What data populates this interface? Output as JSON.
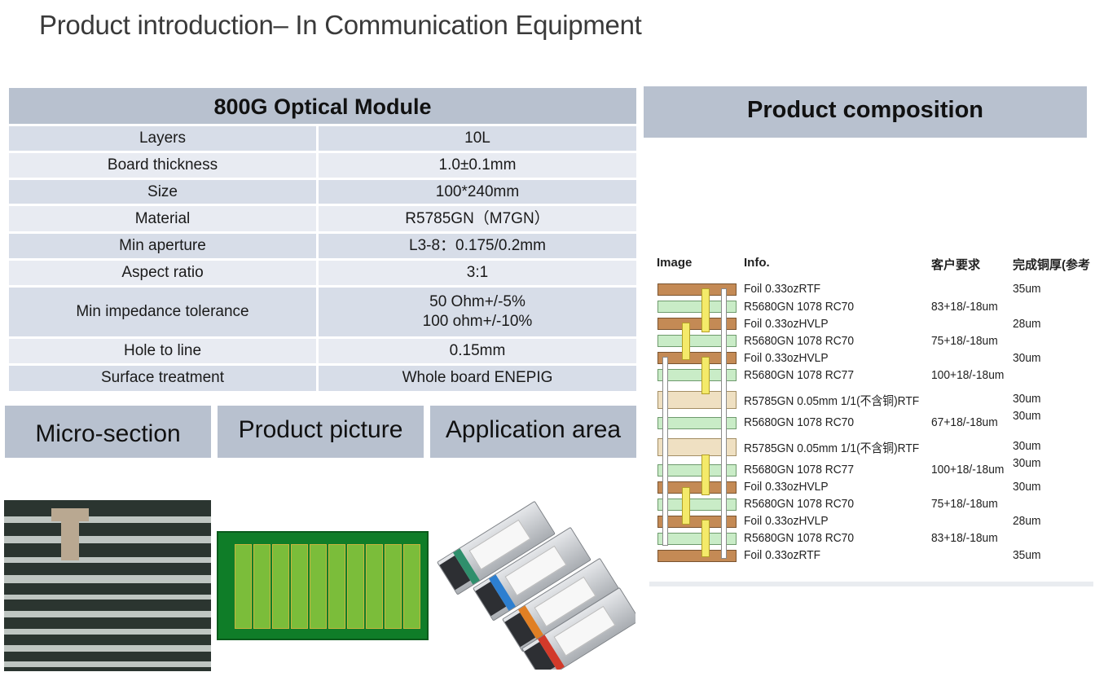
{
  "title": "Product introduction– In Communication Equipment",
  "spec_table": {
    "title": "800G Optical Module",
    "rows": [
      {
        "label": "Layers",
        "value": "10L",
        "value2": ""
      },
      {
        "label": "Board thickness",
        "value": "1.0±0.1mm",
        "value2": ""
      },
      {
        "label": "Size",
        "value": "100*240mm",
        "value2": ""
      },
      {
        "label": "Material",
        "value": "R5785GN（M7GN）",
        "value2": ""
      },
      {
        "label": "Min  aperture",
        "value": "L3-8：0.175/0.2mm",
        "value2": ""
      },
      {
        "label": "Aspect ratio",
        "value": "3:1",
        "value2": ""
      },
      {
        "label": "Min impedance tolerance",
        "value": "50 Ohm+/-5%",
        "value2": "100 ohm+/-10%"
      },
      {
        "label": "Hole to line",
        "value": "0.15mm",
        "value2": ""
      },
      {
        "label": "Surface treatment",
        "value": "Whole board  ENEPIG",
        "value2": ""
      }
    ]
  },
  "sections": {
    "micro_section": "Micro-section",
    "product_picture": "Product picture",
    "application_area": "Application area"
  },
  "composition": {
    "title": "Product composition",
    "headers": {
      "image": "Image",
      "info": "Info.",
      "requirement": "客户要求",
      "finished": "完成铜厚(参考"
    },
    "rows": [
      {
        "info": "Foil 0.33ozRTF",
        "req": "",
        "cu": "35um"
      },
      {
        "info": "R5680GN 1078 RC70",
        "req": "83+18/-18um",
        "cu": ""
      },
      {
        "info": "Foil 0.33ozHVLP",
        "req": "",
        "cu": "28um"
      },
      {
        "info": "R5680GN 1078 RC70",
        "req": "75+18/-18um",
        "cu": ""
      },
      {
        "info": "Foil 0.33ozHVLP",
        "req": "",
        "cu": "30um"
      },
      {
        "info": "R5680GN 1078 RC77",
        "req": "100+18/-18um",
        "cu": ""
      },
      {
        "info": "R5785GN 0.05mm 1/1(不含铜)RTF",
        "req": "",
        "cu": "30um"
      },
      {
        "info": "",
        "req": "",
        "cu": "30um"
      },
      {
        "info": "R5680GN 1078 RC70",
        "req": "67+18/-18um",
        "cu": ""
      },
      {
        "info": "R5785GN 0.05mm 1/1(不含铜)RTF",
        "req": "",
        "cu": "30um"
      },
      {
        "info": "",
        "req": "",
        "cu": "30um"
      },
      {
        "info": "R5680GN 1078 RC77",
        "req": "100+18/-18um",
        "cu": ""
      },
      {
        "info": "Foil 0.33ozHVLP",
        "req": "",
        "cu": "30um"
      },
      {
        "info": "R5680GN 1078 RC70",
        "req": "75+18/-18um",
        "cu": ""
      },
      {
        "info": "Foil 0.33ozHVLP",
        "req": "",
        "cu": "28um"
      },
      {
        "info": "R5680GN 1078 RC70",
        "req": "83+18/-18um",
        "cu": ""
      },
      {
        "info": "Foil 0.33ozRTF",
        "req": "",
        "cu": "35um"
      }
    ]
  },
  "colors": {
    "header_bg": "#b8c1cf",
    "row_dark": "#d7dde8",
    "row_light": "#e8ebf2",
    "copper": "#c48a55",
    "core": "#c9ecc7",
    "via": "#f4ea6a"
  },
  "images": [
    "micro-section-photo",
    "pcb-product-photo",
    "optical-transceiver-photo"
  ]
}
